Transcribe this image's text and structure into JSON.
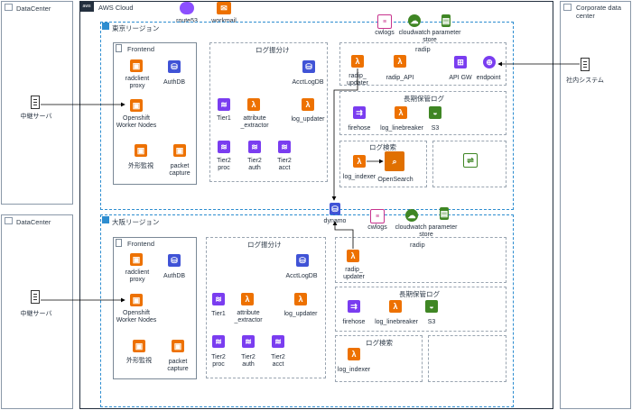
{
  "left_dc_top": {
    "title": "DataCenter",
    "server": "中継サーバ"
  },
  "left_dc_bottom": {
    "title": "DataCenter",
    "server": "中継サーバ"
  },
  "right_dc": {
    "title": "Corporate data center",
    "system": "社内システム"
  },
  "aws": {
    "title": "AWS Cloud",
    "route53": "route53",
    "workmail": "workmail"
  },
  "tokyo": {
    "title": "東京リージョン",
    "cwlogs": "cwlogs",
    "cloudwatch": "cloudwatch parameter store",
    "frontend": {
      "title": "Frontend",
      "radclient": "radclient proxy",
      "authdb": "AuthDB",
      "openshift": "Openshift Worker Nodes",
      "gaikei": "外形監視",
      "packet": "packet capture"
    },
    "logsplit": {
      "title": "ログ振分け",
      "acctlogdb": "AcctLogDB",
      "tier1": "Tier1",
      "attr": "attribute _extractor",
      "log_updater": "log_updater",
      "t2proc": "Tier2 proc",
      "t2auth": "Tier2 auth",
      "t2acct": "Tier2 acct"
    },
    "radip": {
      "title": "radip",
      "radip_updater": "radip_ updater",
      "radip_api": "radip_API",
      "apigw": "API GW",
      "endpoint": "endpoint"
    },
    "longlog": {
      "title": "長期保管ログ",
      "firehose": "firehose",
      "linebreaker": "log_linebreaker",
      "s3": "S3"
    },
    "logsearch": {
      "title": "ログ検索",
      "indexer": "log_indexer",
      "opensearch": "OpenSearch"
    },
    "dynamo": "dynamo"
  },
  "osaka": {
    "title": "大阪リージョン",
    "cwlogs": "cwlogs",
    "cloudwatch": "cloudwatch parameter store",
    "frontend": {
      "title": "Frontend",
      "radclient": "radclient proxy",
      "authdb": "AuthDB",
      "openshift": "Openshift Worker Nodes",
      "gaikei": "外形監視",
      "packet": "packet capture"
    },
    "logsplit": {
      "title": "ログ振分け",
      "acctlogdb": "AcctLogDB",
      "tier1": "Tier1",
      "attr": "attribute _extractor",
      "log_updater": "log_updater",
      "t2proc": "Tier2 proc",
      "t2auth": "Tier2 auth",
      "t2acct": "Tier2 acct"
    },
    "radip": {
      "title": "radip",
      "radip_updater": "radip_ updater"
    },
    "longlog": {
      "title": "長期保管ログ",
      "firehose": "firehose",
      "linebreaker": "log_linebreaker",
      "s3": "S3"
    },
    "logsearch": {
      "title": "ログ検索",
      "indexer": "log_indexer"
    }
  }
}
